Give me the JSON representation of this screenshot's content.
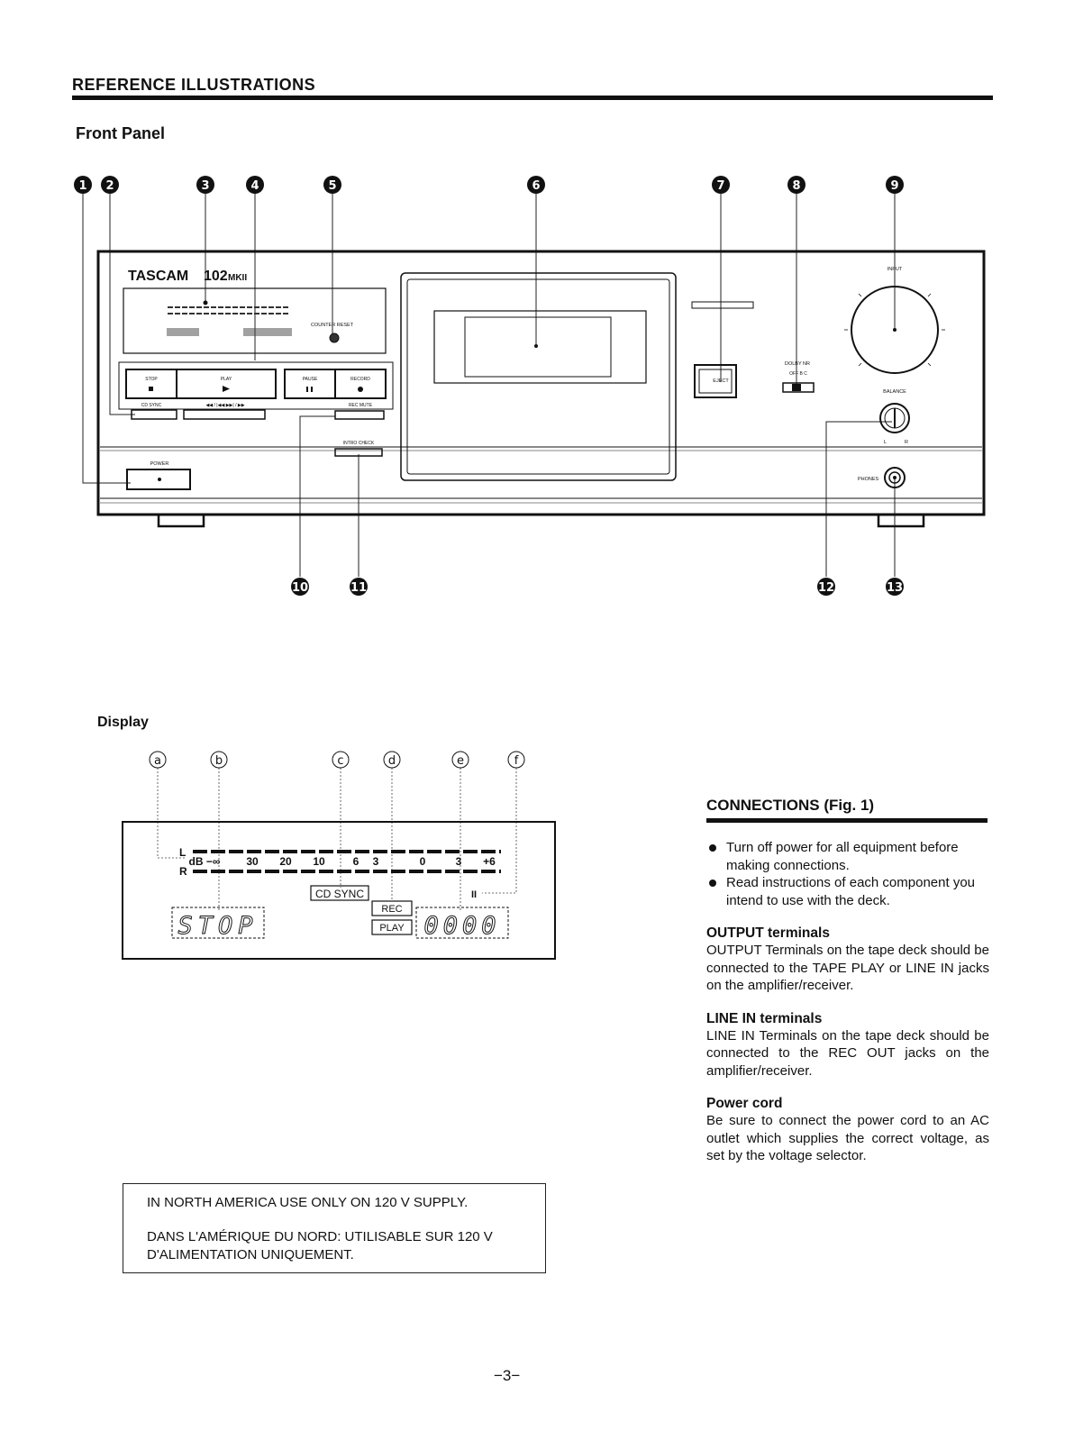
{
  "header": {
    "section_title": "REFERENCE ILLUSTRATIONS",
    "front_panel_heading": "Front Panel",
    "display_heading": "Display"
  },
  "front_panel": {
    "callouts": [
      "1",
      "2",
      "3",
      "4",
      "5",
      "6",
      "7",
      "8",
      "9",
      "10",
      "11",
      "12",
      "13"
    ],
    "labels": {
      "brand": "TASCAM",
      "model": "102",
      "model_suffix": "MKII",
      "counter_reset": "COUNTER RESET",
      "stop": "STOP",
      "play": "PLAY",
      "pause": "PAUSE",
      "record": "RECORD",
      "cd_sync": "CD SYNC",
      "rew_fwd": "◀◀ / |◀◀     ▶▶| / ▶▶",
      "rec_mute": "REC MUTE",
      "intro_check": "INTRO CHECK",
      "power": "POWER",
      "eject": "EJECT",
      "dolby_nr": "DOLBY NR",
      "dolby_opts": "OFF   B   C",
      "input": "INPUT",
      "balance": "BALANCE",
      "balance_l": "L",
      "balance_r": "R",
      "phones": "PHONES"
    }
  },
  "display": {
    "callouts": [
      "a",
      "b",
      "c",
      "d",
      "e",
      "f"
    ],
    "meter_l": "L",
    "meter_r": "R",
    "scale": [
      "dB −∞",
      "30",
      "20",
      "10",
      "6",
      "3",
      "0",
      "3",
      "+6"
    ],
    "status_text": "STOP",
    "cd_sync": "CD SYNC",
    "rec": "REC",
    "play": "PLAY",
    "counter": "0000",
    "pause_mark": "II"
  },
  "connections": {
    "title": "CONNECTIONS (Fig. 1)",
    "bullets": [
      "Turn off power for all equipment before making connections.",
      "Read instructions of each component you intend to use with the deck."
    ],
    "sections": [
      {
        "heading": "OUTPUT terminals",
        "text": "OUTPUT Terminals on the tape deck should be connected to the TAPE PLAY or LINE IN jacks on the amplifier/receiver."
      },
      {
        "heading": "LINE IN terminals",
        "text": "LINE IN Terminals on the tape deck should be connected to the REC OUT jacks on the amplifier/receiver."
      },
      {
        "heading": "Power cord",
        "text": "Be sure to connect the power cord to an AC outlet which supplies the correct voltage, as set by the voltage selector."
      }
    ]
  },
  "notice": {
    "line1": "IN NORTH AMERICA USE ONLY ON 120 V SUPPLY.",
    "line2": "DANS L'AMÉRIQUE DU NORD: UTILISABLE SUR 120 V",
    "line3": "D'ALIMENTATION UNIQUEMENT."
  },
  "footer": {
    "page_number": "−3−"
  }
}
